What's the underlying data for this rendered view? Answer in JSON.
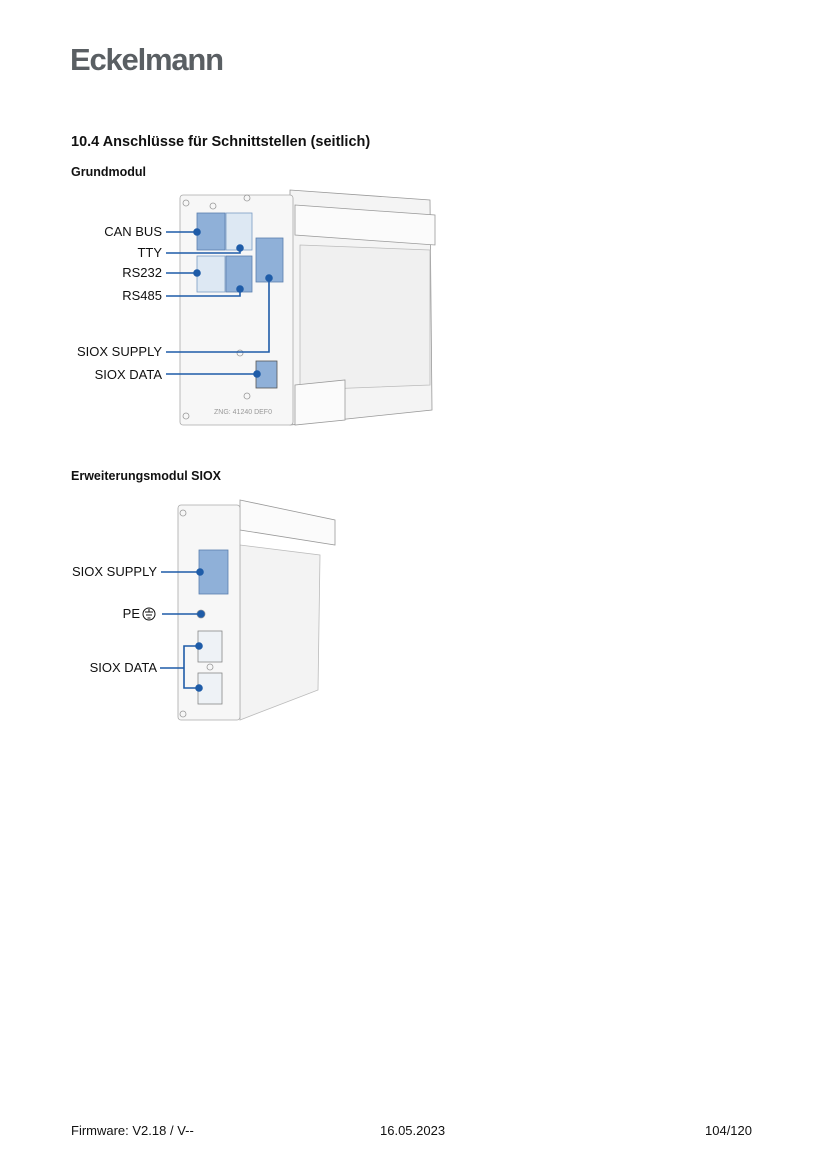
{
  "header": {
    "logo": "Eckelmann"
  },
  "section": {
    "title": "10.4  Anschlüsse für Schnittstellen (seitlich)"
  },
  "figure1": {
    "title": "Grundmodul",
    "labels": {
      "can_bus": "CAN BUS",
      "tty": "TTY",
      "rs232": "RS232",
      "rs485": "RS485",
      "siox_supply": "SIOX SUPPLY",
      "siox_data": "SIOX DATA"
    },
    "drawing_no": "ZNG: 41240 DEF0"
  },
  "figure2": {
    "title": "Erweiterungsmodul SIOX",
    "labels": {
      "siox_supply": "SIOX SUPPLY",
      "pe": "PE",
      "siox_data": "SIOX DATA"
    }
  },
  "footer": {
    "firmware": "Firmware: V2.18 / V--",
    "date": "16.05.2023",
    "page": "104/120"
  },
  "colors": {
    "accent": "#1f5ca8",
    "connector": "#8fb0d8",
    "connector_light": "#dde8f3"
  }
}
